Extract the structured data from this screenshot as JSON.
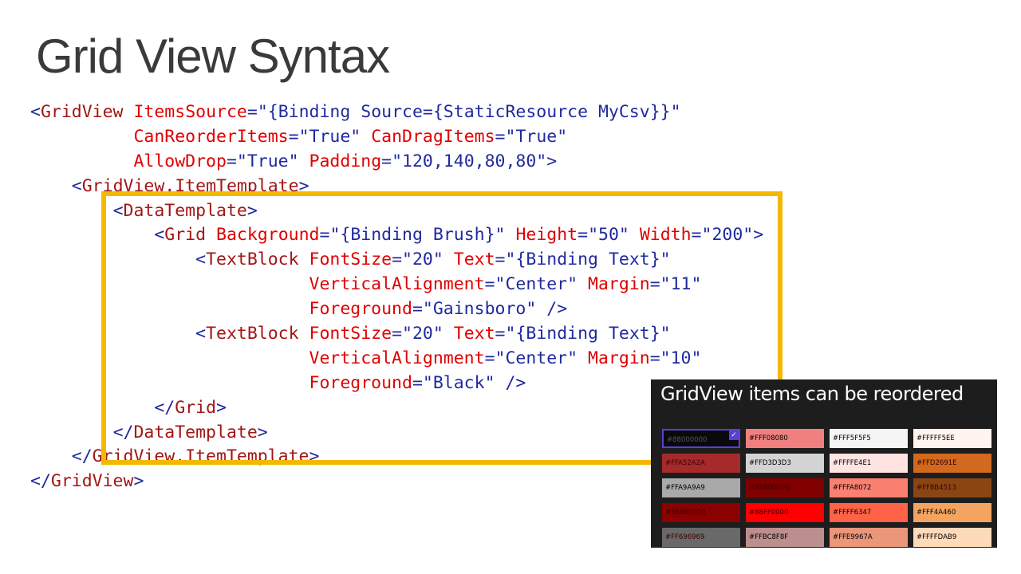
{
  "slide": {
    "title": "Grid View Syntax"
  },
  "code_lines": [
    [
      [
        "br",
        "<"
      ],
      [
        "el",
        "GridView"
      ],
      [
        "sp",
        " "
      ],
      [
        "at",
        "ItemsSource"
      ],
      [
        "eq",
        "="
      ],
      [
        "st",
        "\"{Binding Source={StaticResource MyCsv}}\""
      ]
    ],
    [
      [
        "sp",
        "          "
      ],
      [
        "at",
        "CanReorderItems"
      ],
      [
        "eq",
        "="
      ],
      [
        "st",
        "\"True\""
      ],
      [
        "sp",
        " "
      ],
      [
        "at",
        "CanDragItems"
      ],
      [
        "eq",
        "="
      ],
      [
        "st",
        "\"True\""
      ]
    ],
    [
      [
        "sp",
        "          "
      ],
      [
        "at",
        "AllowDrop"
      ],
      [
        "eq",
        "="
      ],
      [
        "st",
        "\"True\""
      ],
      [
        "sp",
        " "
      ],
      [
        "at",
        "Padding"
      ],
      [
        "eq",
        "="
      ],
      [
        "st",
        "\"120,140,80,80\""
      ],
      [
        "br",
        ">"
      ]
    ],
    [
      [
        "sp",
        "    "
      ],
      [
        "br",
        "<"
      ],
      [
        "el",
        "GridView.ItemTemplate"
      ],
      [
        "br",
        ">"
      ]
    ],
    [
      [
        "sp",
        "        "
      ],
      [
        "br",
        "<"
      ],
      [
        "el",
        "DataTemplate"
      ],
      [
        "br",
        ">"
      ]
    ],
    [
      [
        "sp",
        "            "
      ],
      [
        "br",
        "<"
      ],
      [
        "el",
        "Grid"
      ],
      [
        "sp",
        " "
      ],
      [
        "at",
        "Background"
      ],
      [
        "eq",
        "="
      ],
      [
        "st",
        "\"{Binding Brush}\""
      ],
      [
        "sp",
        " "
      ],
      [
        "at",
        "Height"
      ],
      [
        "eq",
        "="
      ],
      [
        "st",
        "\"50\""
      ],
      [
        "sp",
        " "
      ],
      [
        "at",
        "Width"
      ],
      [
        "eq",
        "="
      ],
      [
        "st",
        "\"200\""
      ],
      [
        "br",
        ">"
      ]
    ],
    [
      [
        "sp",
        "                "
      ],
      [
        "br",
        "<"
      ],
      [
        "el",
        "TextBlock"
      ],
      [
        "sp",
        " "
      ],
      [
        "at",
        "FontSize"
      ],
      [
        "eq",
        "="
      ],
      [
        "st",
        "\"20\""
      ],
      [
        "sp",
        " "
      ],
      [
        "at",
        "Text"
      ],
      [
        "eq",
        "="
      ],
      [
        "st",
        "\"{Binding Text}\""
      ]
    ],
    [
      [
        "sp",
        "                           "
      ],
      [
        "at",
        "VerticalAlignment"
      ],
      [
        "eq",
        "="
      ],
      [
        "st",
        "\"Center\""
      ],
      [
        "sp",
        " "
      ],
      [
        "at",
        "Margin"
      ],
      [
        "eq",
        "="
      ],
      [
        "st",
        "\"11\""
      ]
    ],
    [
      [
        "sp",
        "                           "
      ],
      [
        "at",
        "Foreground"
      ],
      [
        "eq",
        "="
      ],
      [
        "st",
        "\"Gainsboro\""
      ],
      [
        "sp",
        " "
      ],
      [
        "br",
        "/>"
      ]
    ],
    [
      [
        "sp",
        "                "
      ],
      [
        "br",
        "<"
      ],
      [
        "el",
        "TextBlock"
      ],
      [
        "sp",
        " "
      ],
      [
        "at",
        "FontSize"
      ],
      [
        "eq",
        "="
      ],
      [
        "st",
        "\"20\""
      ],
      [
        "sp",
        " "
      ],
      [
        "at",
        "Text"
      ],
      [
        "eq",
        "="
      ],
      [
        "st",
        "\"{Binding Text}\""
      ]
    ],
    [
      [
        "sp",
        "                           "
      ],
      [
        "at",
        "VerticalAlignment"
      ],
      [
        "eq",
        "="
      ],
      [
        "st",
        "\"Center\""
      ],
      [
        "sp",
        " "
      ],
      [
        "at",
        "Margin"
      ],
      [
        "eq",
        "="
      ],
      [
        "st",
        "\"10\""
      ]
    ],
    [
      [
        "sp",
        "                           "
      ],
      [
        "at",
        "Foreground"
      ],
      [
        "eq",
        "="
      ],
      [
        "st",
        "\"Black\""
      ],
      [
        "sp",
        " "
      ],
      [
        "br",
        "/>"
      ]
    ],
    [
      [
        "sp",
        "            "
      ],
      [
        "br",
        "</"
      ],
      [
        "el",
        "Grid"
      ],
      [
        "br",
        ">"
      ]
    ],
    [
      [
        "sp",
        "        "
      ],
      [
        "br",
        "</"
      ],
      [
        "el",
        "DataTemplate"
      ],
      [
        "br",
        ">"
      ]
    ],
    [
      [
        "sp",
        "    "
      ],
      [
        "br",
        "</"
      ],
      [
        "el",
        "GridView.ItemTemplate"
      ],
      [
        "br",
        ">"
      ]
    ],
    [
      [
        "br",
        "</"
      ],
      [
        "el",
        "GridView"
      ],
      [
        "br",
        ">"
      ]
    ]
  ],
  "demo": {
    "title": "GridView items can be reordered",
    "check_glyph": "✓",
    "tiles": [
      [
        {
          "text": "#88000000",
          "color": "#0a0a0a",
          "selected": true
        },
        {
          "text": "#FFF08080",
          "color": "#f08080"
        },
        {
          "text": "#FFF5F5F5",
          "color": "#f5f5f5"
        },
        {
          "text": "#FFFFF5EE",
          "color": "#fff5ee"
        }
      ],
      [
        {
          "text": "#FFA52A2A",
          "color": "#a52a2a"
        },
        {
          "text": "#FFD3D3D3",
          "color": "#d3d3d3"
        },
        {
          "text": "#FFFFE4E1",
          "color": "#ffe4e1"
        },
        {
          "text": "#FFD2691E",
          "color": "#d2691e"
        }
      ],
      [
        {
          "text": "#FFA9A9A9",
          "color": "#a9a9a9"
        },
        {
          "text": "#88800000",
          "color": "#800000"
        },
        {
          "text": "#FFFA8072",
          "color": "#fa8072"
        },
        {
          "text": "#FF8B4513",
          "color": "#8b4513"
        }
      ],
      [
        {
          "text": "#88880000",
          "color": "#8b0000"
        },
        {
          "text": "#88FF0000",
          "color": "#ff0000"
        },
        {
          "text": "#FFFF6347",
          "color": "#ff6347"
        },
        {
          "text": "#FFF4A460",
          "color": "#f4a460"
        }
      ],
      [
        {
          "text": "#FF696969",
          "color": "#696969"
        },
        {
          "text": "#FFBC8F8F",
          "color": "#bc8f8f"
        },
        {
          "text": "#FFE9967A",
          "color": "#e9967a"
        },
        {
          "text": "#FFFFDAB9",
          "color": "#ffdab9"
        }
      ]
    ]
  }
}
